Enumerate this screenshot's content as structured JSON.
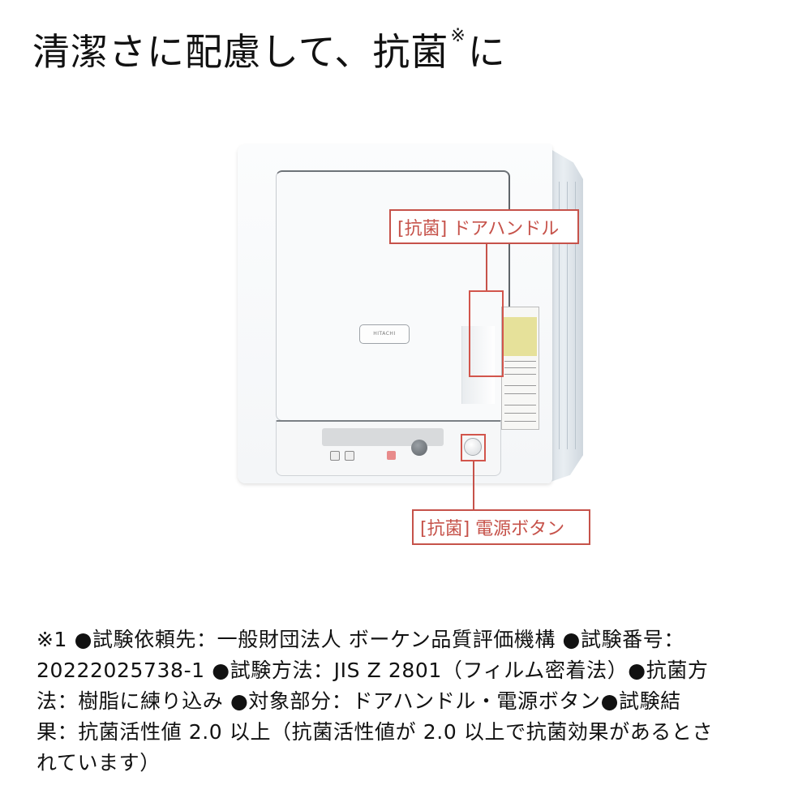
{
  "heading": {
    "text_before": "清潔さに配慮して、抗菌",
    "mark": "※",
    "text_after": "に"
  },
  "product": {
    "brand_plate": "HITACHI",
    "callouts": [
      {
        "id": "door-handle",
        "label": "[抗菌] ドアハンドル"
      },
      {
        "id": "power-button",
        "label": "[抗菌] 電源ボタン"
      }
    ]
  },
  "colors": {
    "callout": "#c6524a",
    "text": "#111111",
    "background": "#ffffff"
  },
  "footnote": {
    "lines": [
      "※1 ●試験依頼先：一般財団法人 ボーケン品質評価機構 ●試験番号：",
      "20222025738-1 ●試験方法：JIS Z 2801（フィルム密着法）●抗菌方",
      "法：樹脂に練り込み ●対象部分：ドアハンドル・電源ボタン●試験結",
      "果：抗菌活性値 2.0 以上（抗菌活性値が 2.0 以上で抗菌効果があるとさ",
      "れています）"
    ]
  }
}
